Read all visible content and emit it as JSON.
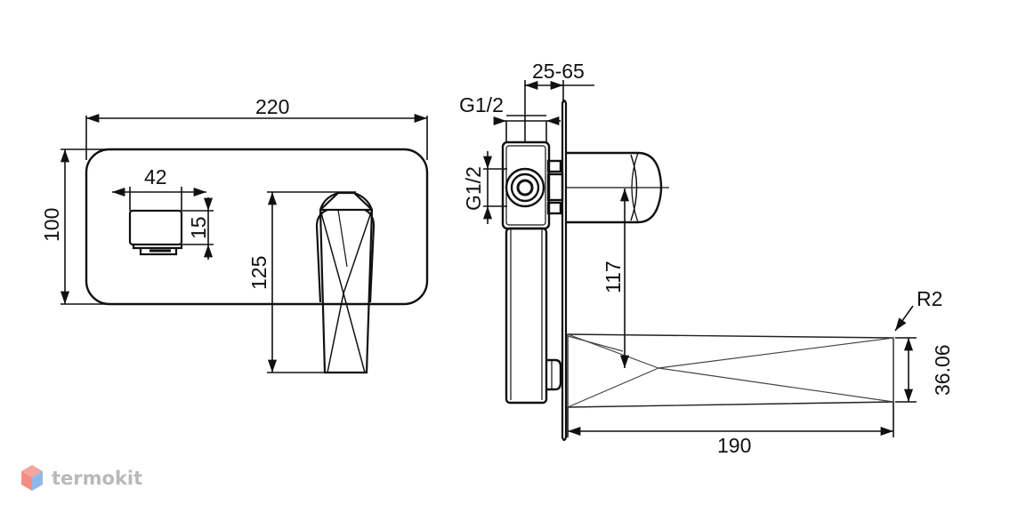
{
  "front_view": {
    "width_label": "220",
    "height_label": "100",
    "handle_width_label": "42",
    "handle_height_label": "15",
    "spout_height_label": "125"
  },
  "side_view": {
    "wall_range_label": "25-65",
    "thread_top_label": "G1/2",
    "thread_side_label": "G1/2",
    "spout_drop_label": "117",
    "spout_length_label": "190",
    "spout_height_label": "36.06",
    "radius_label": "R2"
  },
  "watermark": {
    "brand": "termokit",
    "colors": [
      "#f28e84",
      "#8fb8e8"
    ]
  }
}
